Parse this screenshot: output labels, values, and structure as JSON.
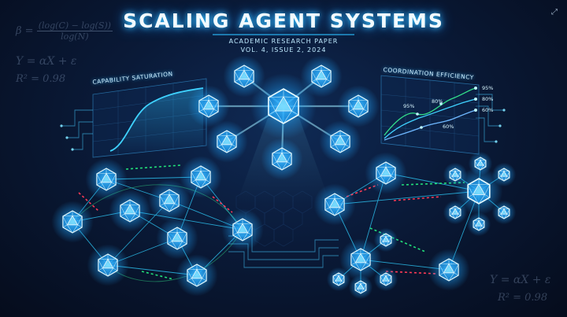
{
  "title": "SCALING AGENT SYSTEMS",
  "subtitle_line1": "ACADEMIC RESEARCH PAPER",
  "subtitle_line2": "VOL. 4, ISSUE 2, 2024",
  "formulas": {
    "beta_lhs": "β =",
    "beta_numerator": "(log(C) − log(S))",
    "beta_denominator": "log(N)",
    "linear_left": "Y = αX + ε",
    "r2_left": "R² = 0.98",
    "linear_right": "Y = αX + ε",
    "r2_right": "R² = 0.98"
  },
  "charts": {
    "capability_title": "CAPABILITY SATURATION",
    "coordination_title": "COORDINATION EFFICIENCY",
    "coordination_labels": [
      "95%",
      "80%",
      "60%",
      "95%",
      "80%",
      "60%"
    ]
  },
  "colors": {
    "accent": "#2fc2ff",
    "edge_green": "#22e07a",
    "edge_red": "#ff3a55",
    "background": "#0a1a38"
  },
  "icons": {
    "corner": "expand-icon"
  }
}
